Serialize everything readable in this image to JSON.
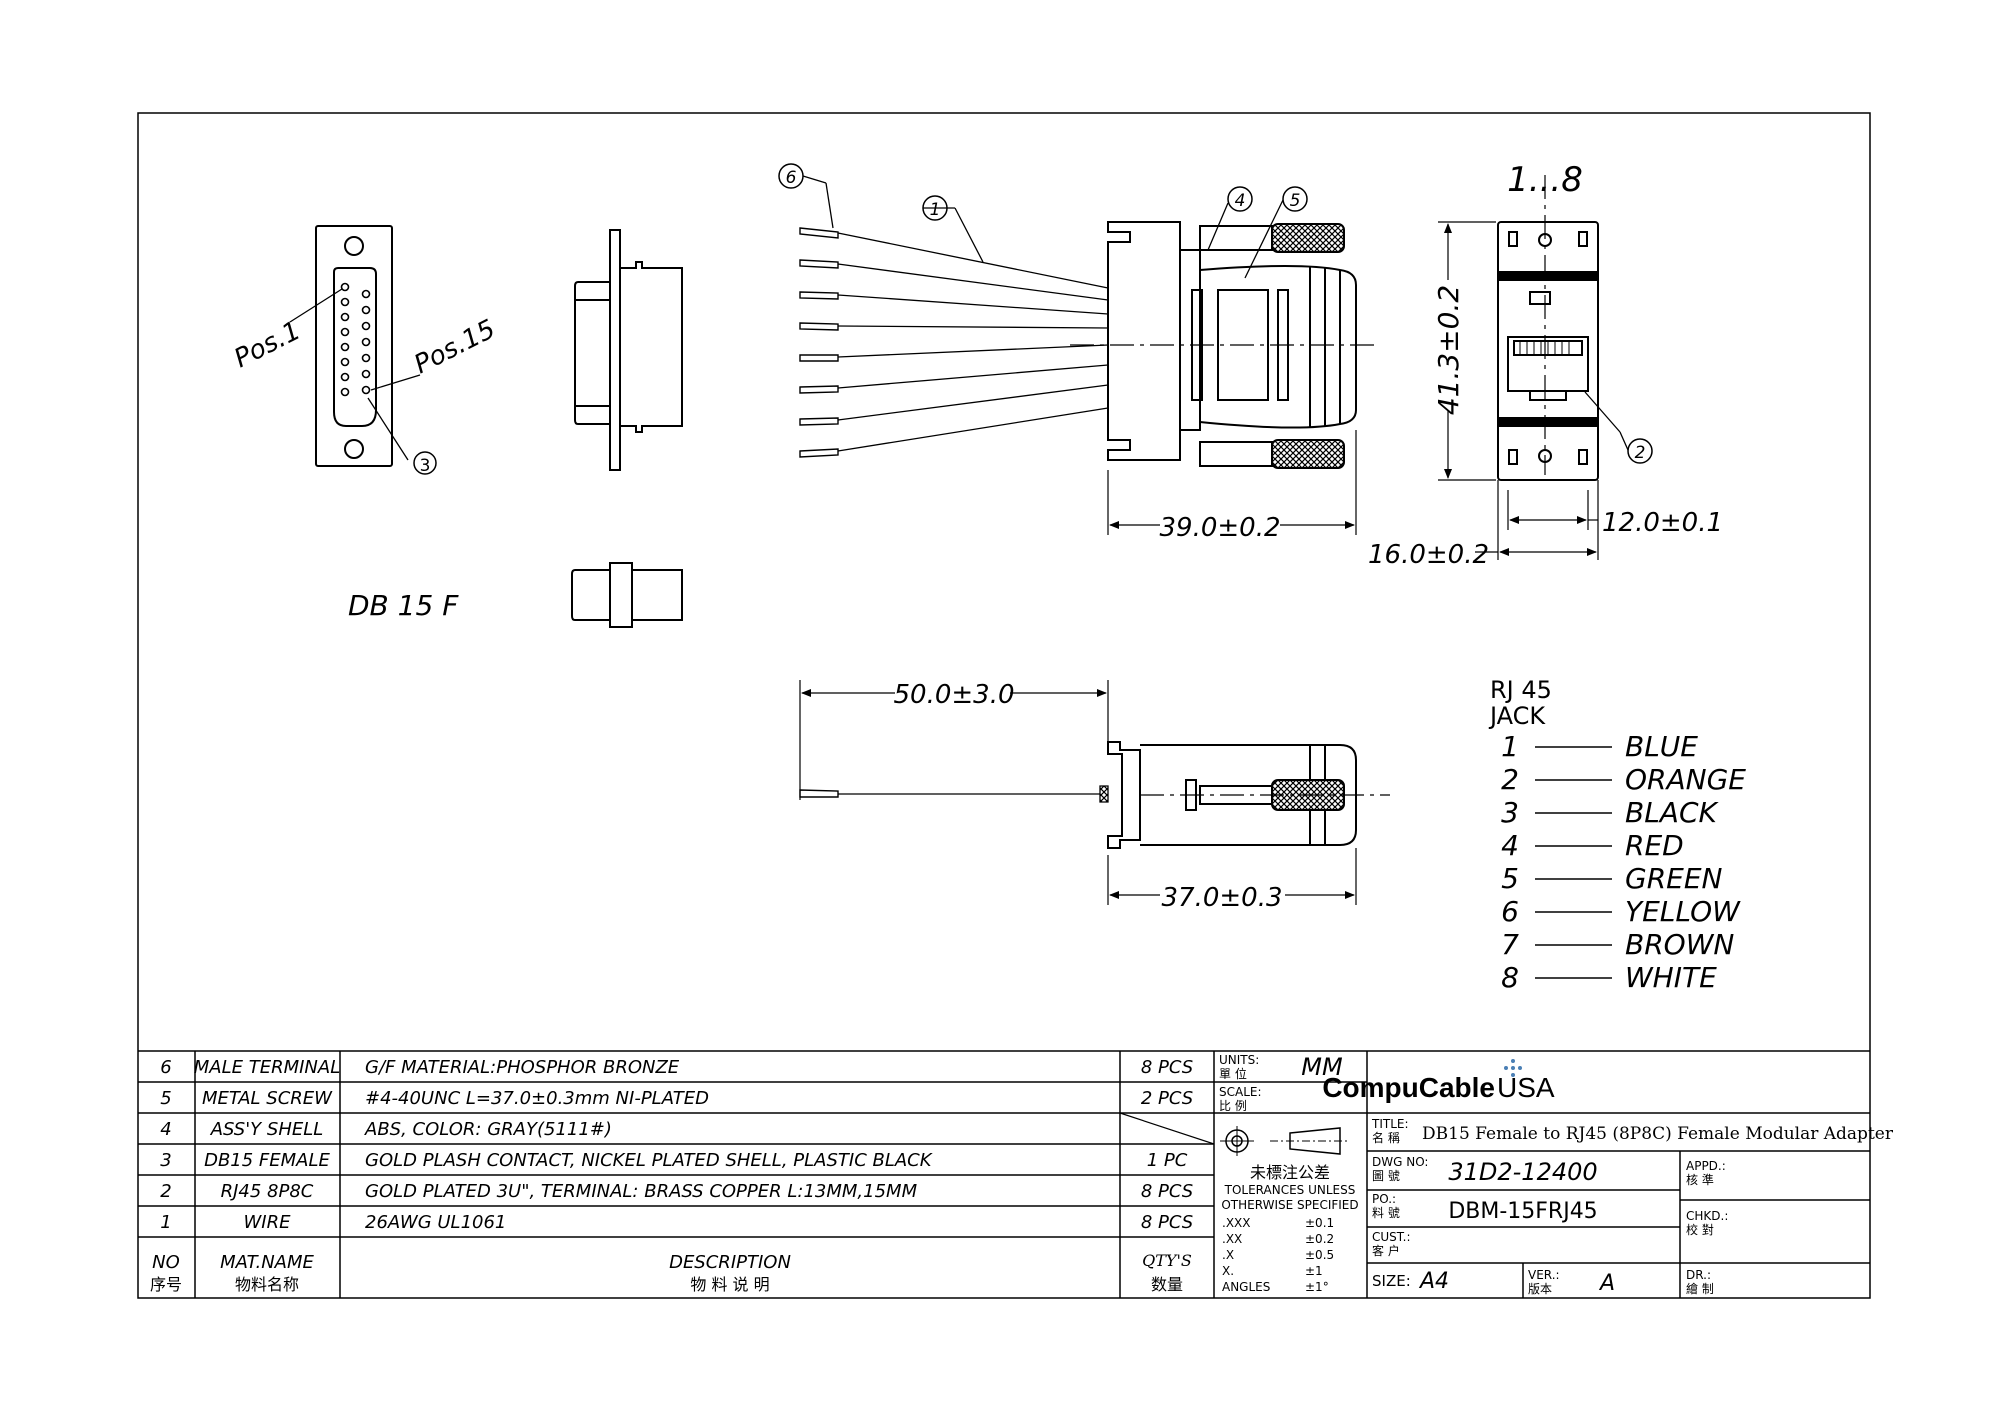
{
  "connector_view": {
    "pos1": "Pos.1",
    "pos15": "Pos.15",
    "label": "DB 15 F",
    "callout_3": "3"
  },
  "adapter_views": {
    "callout_1": "1",
    "callout_4": "4",
    "callout_5": "5",
    "callout_6": "6",
    "dim_39": "39.0±0.2",
    "dim_50": "50.0±3.0",
    "dim_37": "37.0±0.3"
  },
  "jack_view": {
    "pins_label": "1...8",
    "dim_height": "41.3±0.2",
    "dim_12": "12.0±0.1",
    "dim_16": "16.0±0.2",
    "callout_2": "2"
  },
  "pinout": {
    "title_line1": "RJ 45",
    "title_line2": "JACK",
    "rows": [
      {
        "num": "1",
        "color": "BLUE"
      },
      {
        "num": "2",
        "color": "ORANGE"
      },
      {
        "num": "3",
        "color": "BLACK"
      },
      {
        "num": "4",
        "color": "RED"
      },
      {
        "num": "5",
        "color": "GREEN"
      },
      {
        "num": "6",
        "color": "YELLOW"
      },
      {
        "num": "7",
        "color": "BROWN"
      },
      {
        "num": "8",
        "color": "WHITE"
      }
    ]
  },
  "bom": {
    "rows": [
      {
        "no": "6",
        "name": "MALE TERMINAL",
        "desc": "G/F MATERIAL:PHOSPHOR BRONZE",
        "qty": "8 PCS"
      },
      {
        "no": "5",
        "name": "METAL SCREW",
        "desc": "#4-40UNC L=37.0±0.3mm NI-PLATED",
        "qty": "2 PCS"
      },
      {
        "no": "4",
        "name": "ASS'Y SHELL",
        "desc": "ABS, COLOR: GRAY(5111#)",
        "qty": ""
      },
      {
        "no": "3",
        "name": "DB15 FEMALE",
        "desc": "GOLD PLASH CONTACT, NICKEL PLATED SHELL, PLASTIC BLACK",
        "qty": "1 PC"
      },
      {
        "no": "2",
        "name": "RJ45 8P8C",
        "desc": "GOLD PLATED 3U\",  TERMINAL: BRASS COPPER L:13MM,15MM",
        "qty": "8 PCS"
      },
      {
        "no": "1",
        "name": "WIRE",
        "desc": "26AWG UL1061",
        "qty": "8 PCS"
      }
    ],
    "header": {
      "no": "NO",
      "no_cn": "序号",
      "name": "MAT.NAME",
      "name_cn": "物料名称",
      "desc": "DESCRIPTION",
      "desc_cn": "物 料 说 明",
      "qty": "QTY'S",
      "qty_cn": "数量"
    }
  },
  "title_block": {
    "units_label": "UNITS:",
    "units_cn": "單 位",
    "units_value": "MM",
    "scale_label": "SCALE:",
    "scale_cn": "比 例",
    "tol_cn": "未標注公差",
    "tol_line1": "TOLERANCES UNLESS",
    "tol_line2": "OTHERWISE SPECIFIED",
    "tolerances": [
      {
        "k": ".XXX",
        "v": "±0.1"
      },
      {
        "k": ".XX",
        "v": "±0.2"
      },
      {
        "k": ".X",
        "v": "±0.5"
      },
      {
        "k": "X.",
        "v": "±1"
      },
      {
        "k": "ANGLES",
        "v": "±1°"
      }
    ],
    "brand_a": "CompuCable",
    "brand_b": "USA",
    "title_label": "TITLE:",
    "title_cn": "名 稱",
    "title_value": "DB15 Female to RJ45 (8P8C) Female Modular Adapter",
    "dwg_label": "DWG NO:",
    "dwg_cn": "圖 號",
    "dwg_value": "31D2-12400",
    "po_label": "PO.:",
    "po_cn": "料 號",
    "po_value": "DBM-15FRJ45",
    "cust_label": "CUST.:",
    "cust_cn": "客 户",
    "size_label": "SIZE:",
    "size_value": "A4",
    "ver_label": "VER.:",
    "ver_cn": "版本",
    "ver_value": "A",
    "appd_label": "APPD.:",
    "appd_cn": "核 準",
    "chkd_label": "CHKD.:",
    "chkd_cn": "校 對",
    "dr_label": "DR.:",
    "dr_cn": "繪 制",
    "colors": {
      "brand_dark": "#222222",
      "brand_blue": "#4a7fb5"
    }
  }
}
